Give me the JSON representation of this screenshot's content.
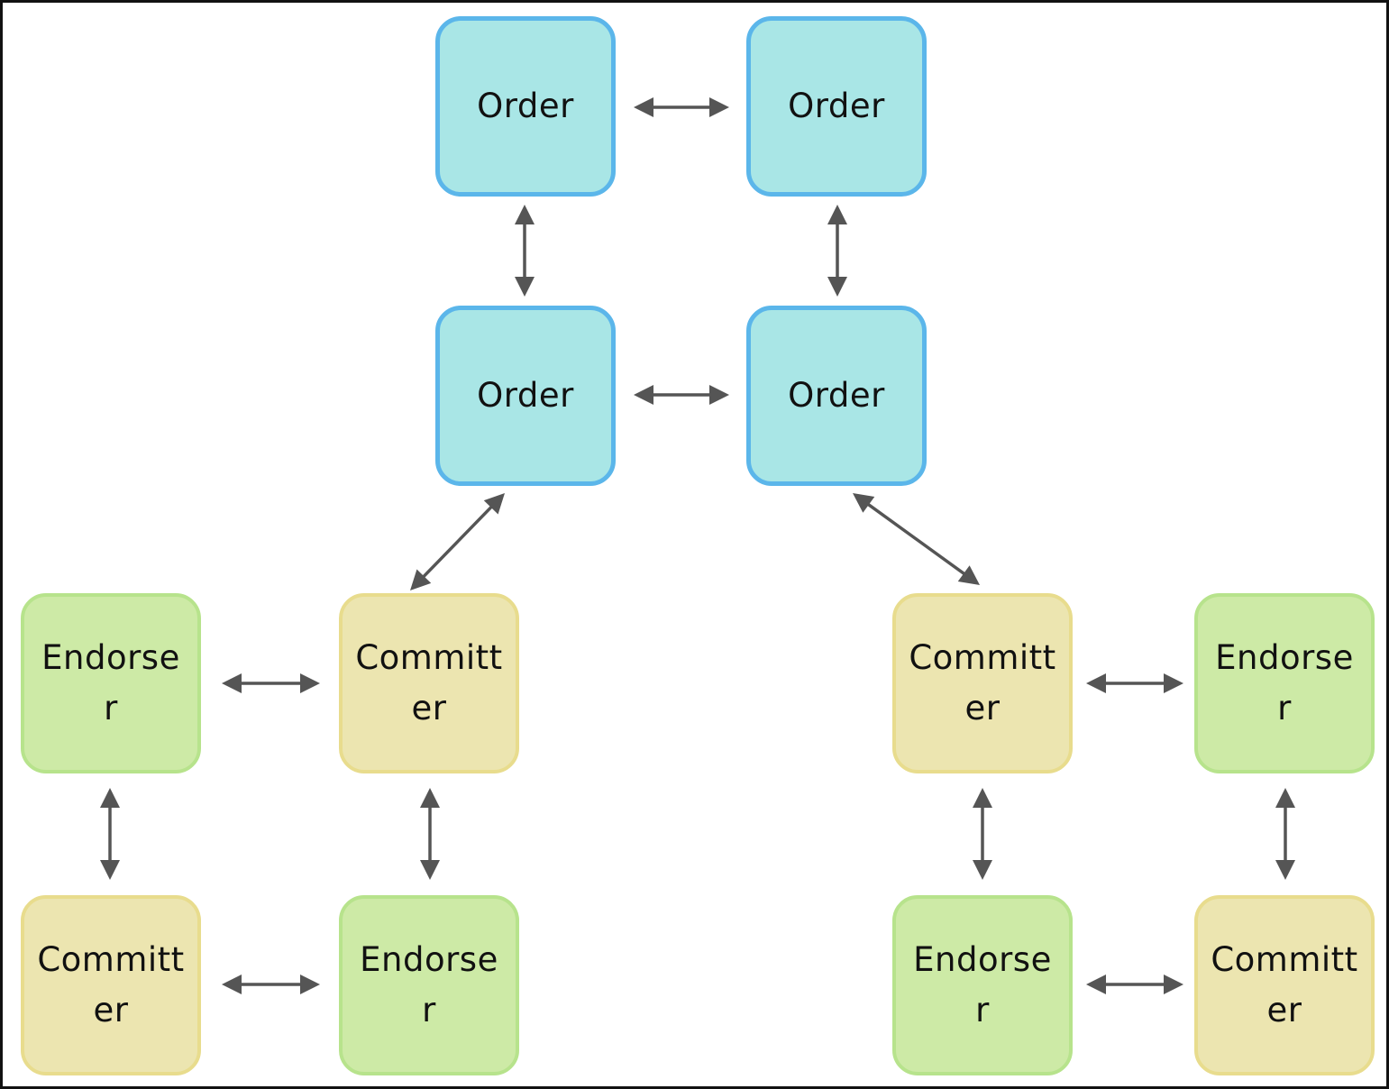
{
  "diagram": {
    "colors": {
      "order_fill": "#a9e6e6",
      "order_border": "#5bb6ea",
      "endorser_fill": "#cdeaa6",
      "endorser_border": "#b7e38c",
      "committer_fill": "#ece5b0",
      "committer_border": "#e8dc8d",
      "arrow": "#555555"
    },
    "nodes": {
      "order_top_left": "Order",
      "order_top_right": "Order",
      "order_mid_left": "Order",
      "order_mid_right": "Order",
      "endorser_left_top": "Endorse\nr",
      "committer_left_top": "Committ\ner",
      "committer_left_bottom": "Committ\ner",
      "endorser_left_bottom": "Endorse\nr",
      "committer_right_top": "Committ\ner",
      "endorser_right_top": "Endorse\nr",
      "endorser_right_bottom": "Endorse\nr",
      "committer_right_bottom": "Committ\ner"
    },
    "edges": [
      {
        "from": "order_top_left",
        "to": "order_top_right",
        "direction": "bidirectional"
      },
      {
        "from": "order_top_left",
        "to": "order_mid_left",
        "direction": "bidirectional"
      },
      {
        "from": "order_top_right",
        "to": "order_mid_right",
        "direction": "bidirectional"
      },
      {
        "from": "order_mid_left",
        "to": "order_mid_right",
        "direction": "bidirectional"
      },
      {
        "from": "order_mid_left",
        "to": "committer_left_top",
        "direction": "bidirectional"
      },
      {
        "from": "order_mid_right",
        "to": "committer_right_top",
        "direction": "bidirectional"
      },
      {
        "from": "endorser_left_top",
        "to": "committer_left_top",
        "direction": "bidirectional"
      },
      {
        "from": "endorser_left_top",
        "to": "committer_left_bottom",
        "direction": "bidirectional"
      },
      {
        "from": "committer_left_top",
        "to": "endorser_left_bottom",
        "direction": "bidirectional"
      },
      {
        "from": "committer_left_bottom",
        "to": "endorser_left_bottom",
        "direction": "bidirectional"
      },
      {
        "from": "committer_right_top",
        "to": "endorser_right_top",
        "direction": "bidirectional"
      },
      {
        "from": "committer_right_top",
        "to": "endorser_right_bottom",
        "direction": "bidirectional"
      },
      {
        "from": "endorser_right_top",
        "to": "committer_right_bottom",
        "direction": "bidirectional"
      },
      {
        "from": "endorser_right_bottom",
        "to": "committer_right_bottom",
        "direction": "bidirectional"
      }
    ]
  }
}
